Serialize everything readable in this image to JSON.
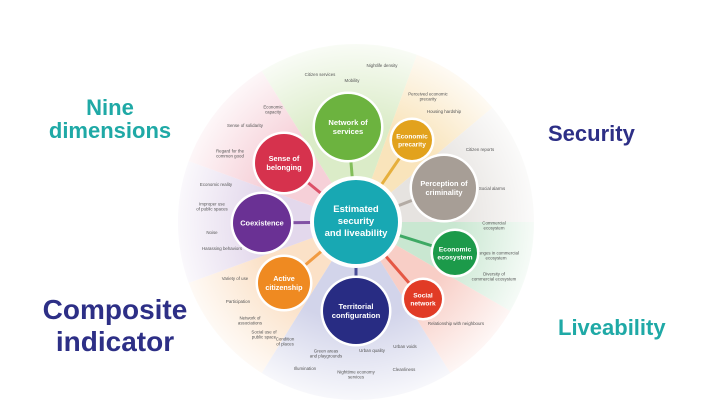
{
  "slide": {
    "left_top": "Nine dimensions",
    "right_top": "Security",
    "left_bottom": "Composite indicator",
    "right_bottom": "Liveability"
  },
  "center": {
    "lines": [
      "Estimated",
      "security",
      "and liveability"
    ],
    "color": "#18a8b3"
  },
  "dimensions": [
    {
      "id": "network",
      "lines": [
        "Network of",
        "services"
      ],
      "color": "#6cb33f"
    },
    {
      "id": "economic-precarity",
      "lines": [
        "Economic",
        "precarity"
      ],
      "color": "#e2a21d"
    },
    {
      "id": "perception",
      "lines": [
        "Perception of",
        "criminality"
      ],
      "color": "#a79e96"
    },
    {
      "id": "economic-ecosystem",
      "lines": [
        "Economic",
        "ecosystem"
      ],
      "color": "#1c9a4a"
    },
    {
      "id": "social-network",
      "lines": [
        "Social",
        "network"
      ],
      "color": "#e13b26"
    },
    {
      "id": "territorial",
      "lines": [
        "Territorial",
        "configuration"
      ],
      "color": "#282c83"
    },
    {
      "id": "active-citizenship",
      "lines": [
        "Active",
        "citizenship"
      ],
      "color": "#ef8a21"
    },
    {
      "id": "coexistence",
      "lines": [
        "Coexistence"
      ],
      "color": "#6a3194"
    },
    {
      "id": "sense-of-belonging",
      "lines": [
        "Sense of",
        "belonging"
      ],
      "color": "#d6324d"
    }
  ],
  "indicators": [
    {
      "lines": [
        "Citizen services"
      ]
    },
    {
      "lines": [
        "Mobility"
      ]
    },
    {
      "lines": [
        "Nightlife density"
      ]
    },
    {
      "lines": [
        "Perceived economic",
        "precarity"
      ]
    },
    {
      "lines": [
        "Housing hardship"
      ]
    },
    {
      "lines": [
        "Citizen reports"
      ]
    },
    {
      "lines": [
        "Social alarms"
      ]
    },
    {
      "lines": [
        "Commercial",
        "ecosystem"
      ]
    },
    {
      "lines": [
        "Changes in commercial",
        "ecosystem"
      ]
    },
    {
      "lines": [
        "Diversity of",
        "commercial ecosystem"
      ]
    },
    {
      "lines": [
        "Relationship with neighbours"
      ]
    },
    {
      "lines": [
        "Urban voids"
      ]
    },
    {
      "lines": [
        "Cleanliness"
      ]
    },
    {
      "lines": [
        "Urban quality"
      ]
    },
    {
      "lines": [
        "Nighttime economy",
        "services"
      ]
    },
    {
      "lines": [
        "Green areas",
        "and playgrounds"
      ]
    },
    {
      "lines": [
        "Illumination"
      ]
    },
    {
      "lines": [
        "Condition",
        "of places"
      ]
    },
    {
      "lines": [
        "Social use of",
        "public space"
      ]
    },
    {
      "lines": [
        "Network of",
        "associations"
      ]
    },
    {
      "lines": [
        "Participation"
      ]
    },
    {
      "lines": [
        "Variety of use"
      ]
    },
    {
      "lines": [
        "Harassing behaviors"
      ]
    },
    {
      "lines": [
        "Noise"
      ]
    },
    {
      "lines": [
        "Improper use",
        "of public spaces"
      ]
    },
    {
      "lines": [
        "Economic reality"
      ]
    },
    {
      "lines": [
        "Regard for the",
        "common good"
      ]
    },
    {
      "lines": [
        "Sense of solidarity"
      ]
    },
    {
      "lines": [
        "Economic",
        "capacity"
      ]
    }
  ]
}
